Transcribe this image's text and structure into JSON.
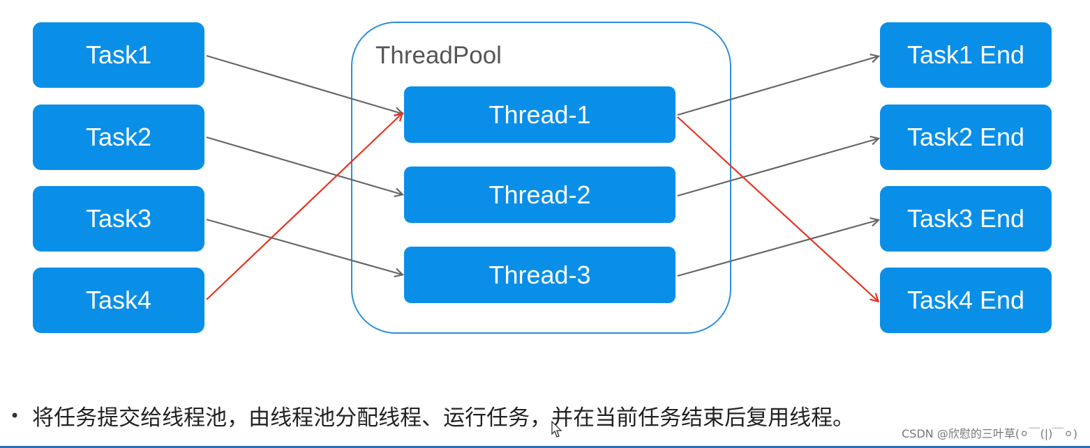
{
  "tasks": [
    "Task1",
    "Task2",
    "Task3",
    "Task4"
  ],
  "pool": {
    "label": "ThreadPool"
  },
  "threads": [
    "Thread-1",
    "Thread-2",
    "Thread-3"
  ],
  "ends": [
    "Task1 End",
    "Task2 End",
    "Task3 End",
    "Task4 End"
  ],
  "caption": "将任务提交给线程池，由线程池分配线程、运行任务，并在当前任务结束后复用线程。",
  "watermark": "CSDN @欣慰的三叶草(⚪￣(|)￣⚪)",
  "colors": {
    "node_fill": "#0a8fe8",
    "pool_border": "#2a8fdb",
    "arrow_gray": "#666666",
    "arrow_red": "#e8321e"
  },
  "connections": [
    {
      "from": "Task1",
      "to": "Thread-1",
      "color": "gray"
    },
    {
      "from": "Task2",
      "to": "Thread-2",
      "color": "gray"
    },
    {
      "from": "Task3",
      "to": "Thread-3",
      "color": "gray"
    },
    {
      "from": "Task4",
      "to": "Thread-1",
      "color": "red"
    },
    {
      "from": "Thread-1",
      "to": "Task1 End",
      "color": "gray"
    },
    {
      "from": "Thread-2",
      "to": "Task2 End",
      "color": "gray"
    },
    {
      "from": "Thread-3",
      "to": "Task3 End",
      "color": "gray"
    },
    {
      "from": "Thread-1",
      "to": "Task4 End",
      "color": "red"
    }
  ]
}
